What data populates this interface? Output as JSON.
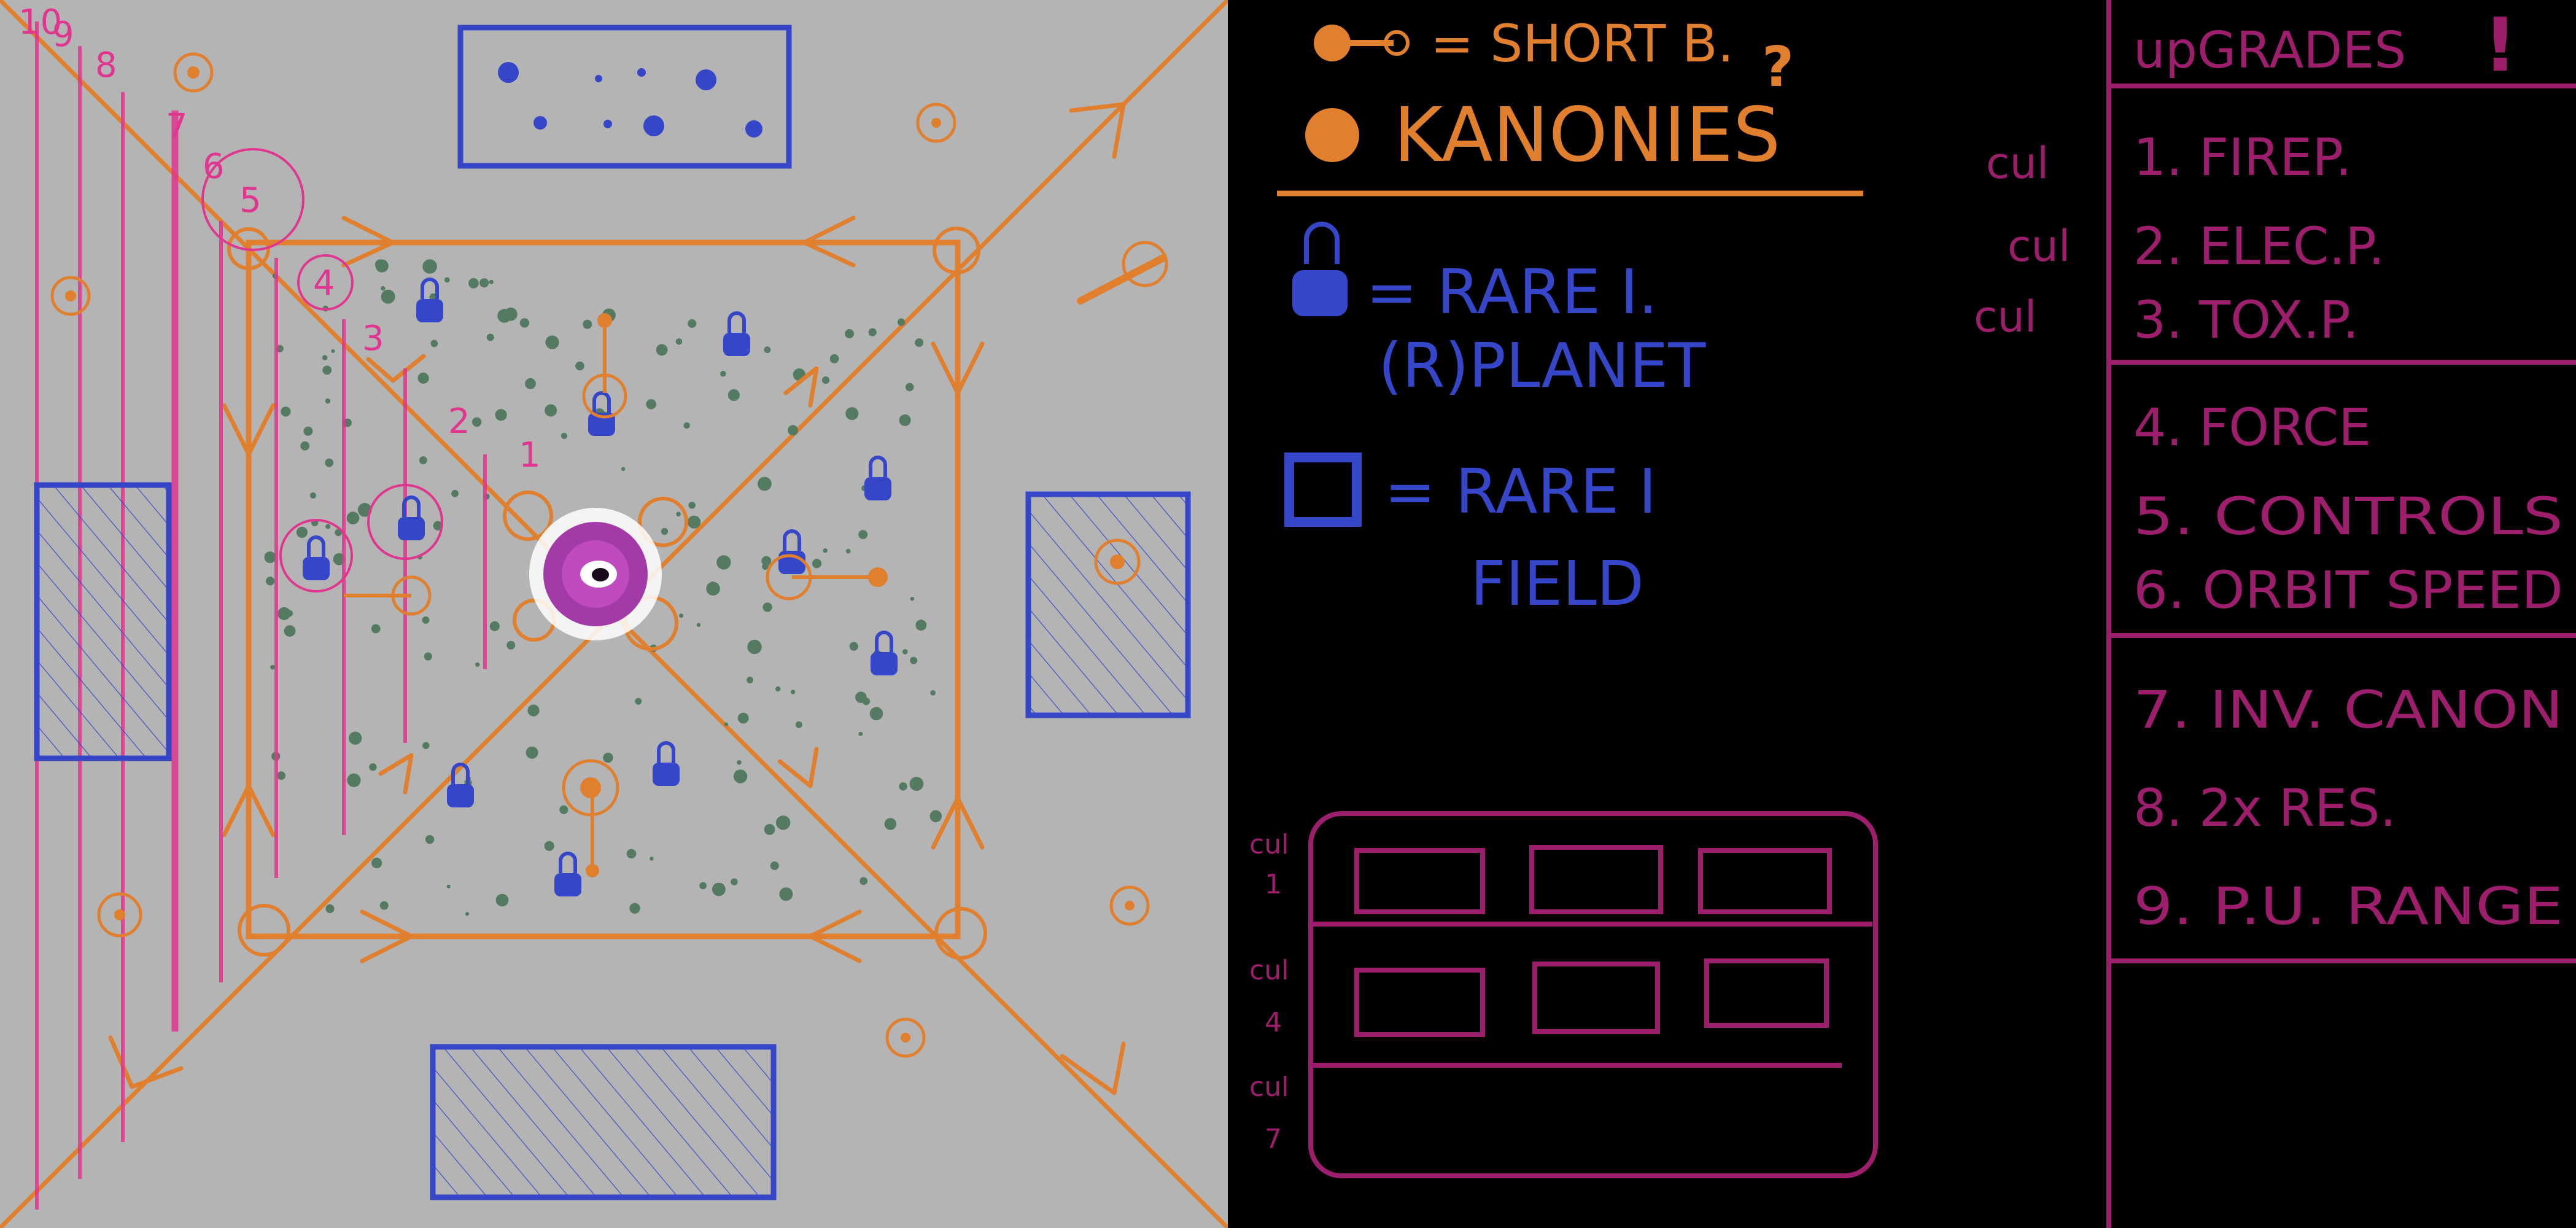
{
  "colors": {
    "map_bg": "#b4b4b4",
    "orange": "#e07f2e",
    "pink": "#e0368f",
    "blue": "#3646c8",
    "magenta": "#9c1e6c",
    "dots": "#557a62",
    "planet": "#a23aa8"
  },
  "map": {
    "lane_numbers": [
      "10",
      "9",
      "8",
      "7",
      "6",
      "5",
      "4",
      "3",
      "2",
      "1"
    ]
  },
  "legend": {
    "short_b": "= SHORT B.",
    "short_b_mark": "?",
    "kanonies": "KANONIES",
    "rare_planet_line1": "= RARE I.",
    "rare_planet_line2": "(R)PLANET",
    "rare_field_line1": "= RARE I",
    "rare_field_line2": "FIELD"
  },
  "grid_sketch": {
    "row_labels": [
      {
        "top": "cul",
        "bottom": "1"
      },
      {
        "top": "cul",
        "bottom": "4"
      },
      {
        "top": "cul",
        "bottom": "7"
      }
    ]
  },
  "upgrades": {
    "title": "upGRADES",
    "title_mark": "!",
    "groups": [
      {
        "cost_labels": [
          "cul",
          "cul",
          "cul"
        ],
        "items": [
          "1. FIREP.",
          "2. ELEC.P.",
          "3. TOX.P."
        ]
      },
      {
        "cost_labels": [],
        "items": [
          "4. FORCE",
          "5. CONTROLS",
          "6. ORBIT SPEED"
        ]
      },
      {
        "cost_labels": [],
        "items": [
          "7. INV. CANON",
          "8. 2x RES.",
          "9. P.U. RANGE"
        ]
      }
    ]
  }
}
